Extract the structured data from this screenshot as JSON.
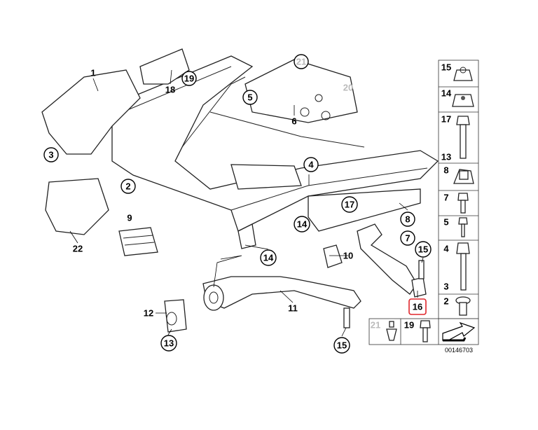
{
  "diagram_code": "00146703",
  "highlight_color": "#e0262b",
  "callouts": [
    {
      "id": "c1",
      "text": "1",
      "style": "plain"
    },
    {
      "id": "c19",
      "text": "19",
      "style": "circle"
    },
    {
      "id": "c18",
      "text": "18",
      "style": "plain"
    },
    {
      "id": "c21",
      "text": "21",
      "style": "circle-gray"
    },
    {
      "id": "c20",
      "text": "20",
      "style": "plain-gray"
    },
    {
      "id": "c5",
      "text": "5",
      "style": "circle"
    },
    {
      "id": "c6",
      "text": "6",
      "style": "plain"
    },
    {
      "id": "c3",
      "text": "3",
      "style": "circle"
    },
    {
      "id": "c2",
      "text": "2",
      "style": "circle"
    },
    {
      "id": "c4",
      "text": "4",
      "style": "circle"
    },
    {
      "id": "c17",
      "text": "17",
      "style": "circle"
    },
    {
      "id": "c14a",
      "text": "14",
      "style": "circle"
    },
    {
      "id": "c8",
      "text": "8",
      "style": "circle"
    },
    {
      "id": "c7",
      "text": "7",
      "style": "circle"
    },
    {
      "id": "c15a",
      "text": "15",
      "style": "circle"
    },
    {
      "id": "c9",
      "text": "9",
      "style": "plain"
    },
    {
      "id": "c22",
      "text": "22",
      "style": "plain"
    },
    {
      "id": "c10",
      "text": "10",
      "style": "plain"
    },
    {
      "id": "c14b",
      "text": "14",
      "style": "circle"
    },
    {
      "id": "c11",
      "text": "11",
      "style": "plain"
    },
    {
      "id": "c12",
      "text": "12",
      "style": "plain"
    },
    {
      "id": "c13",
      "text": "13",
      "style": "circle"
    },
    {
      "id": "c15b",
      "text": "15",
      "style": "circle"
    },
    {
      "id": "c16",
      "text": "16",
      "style": "highlighted-box"
    }
  ],
  "side_panel": [
    {
      "label": "15",
      "part": "nut-icon"
    },
    {
      "label": "14",
      "part": "lock-nut-icon"
    },
    {
      "label": "17",
      "label2": "13",
      "part": "long-bolt-icon"
    },
    {
      "label": "8",
      "part": "cage-nut-icon"
    },
    {
      "label": "7",
      "part": "bolt-icon"
    },
    {
      "label": "5",
      "part": "small-bolt-icon"
    },
    {
      "label": "4",
      "label2": "3",
      "part": "long-bolt-icon"
    },
    {
      "label": "2",
      "part": "sleeve-icon"
    }
  ],
  "bottom_panel": [
    {
      "label": "21",
      "part": "clip-icon",
      "gray": true
    },
    {
      "label": "19",
      "part": "short-bolt-icon"
    }
  ]
}
